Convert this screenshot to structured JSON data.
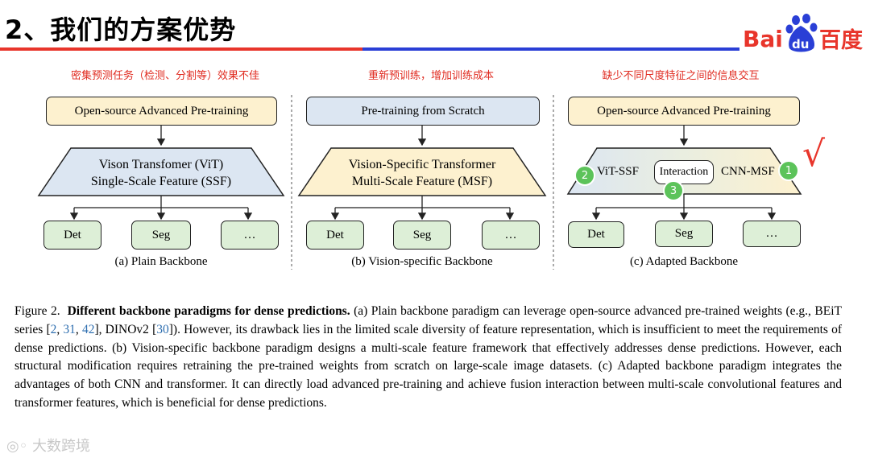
{
  "slide": {
    "title": "2、我们的方案优势",
    "logo": {
      "text_bai": "Bai",
      "text_du": "du",
      "text_cn": "百度",
      "colors": {
        "red": "#e8352b",
        "blue": "#2a3fd6"
      }
    }
  },
  "issues": [
    "密集预测任务（检测、分割等）效果不佳",
    "重新预训练，增加训练成本",
    "缺少不同尺度特征之间的信息交互"
  ],
  "panels": {
    "a": {
      "top": "Open-source Advanced Pre-training",
      "trap_line1": "Vison Transfomer (ViT)",
      "trap_line2": "Single-Scale Feature (SSF)",
      "heads": [
        "Det",
        "Seg",
        "…"
      ],
      "caption": "(a) Plain Backbone"
    },
    "b": {
      "top": "Pre-training from Scratch",
      "trap_line1": "Vision-Specific Transformer",
      "trap_line2": "Multi-Scale Feature (MSF)",
      "heads": [
        "Det",
        "Seg",
        "…"
      ],
      "caption": "(b) Vision-specific Backbone"
    },
    "c": {
      "top": "Open-source Advanced Pre-training",
      "vit": "ViT-SSF",
      "interaction": "Interaction",
      "cnn": "CNN-MSF",
      "badges": [
        "1",
        "2",
        "3"
      ],
      "heads": [
        "Det",
        "Seg",
        "…"
      ],
      "caption": "(c) Adapted Backbone",
      "check": "√"
    }
  },
  "figure_caption": {
    "label": "Figure 2.",
    "bold": "Different backbone paradigms for dense predictions.",
    "t1": " (a) Plain backbone paradigm can leverage open-source advanced pre-trained weights (e.g., BEiT series [",
    "r1": "2",
    "t2": ", ",
    "r2": "31",
    "t3": ", ",
    "r3": "42",
    "t4": "], DINOv2 [",
    "r4": "30",
    "t5": "]). However, its drawback lies in the limited scale diversity of feature representation, which is insufficient to meet the requirements of dense predictions. (b) Vision-specific backbone paradigm designs a multi-scale feature framework that effectively addresses dense predictions. However, each structural modification requires retraining the pre-trained weights from scratch on large-scale image datasets. (c) Adapted backbone paradigm integrates the advantages of both CNN and transformer. It can directly load advanced pre-training and achieve fusion interaction between multi-scale convolutional features and transformer features, which is beneficial for dense predictions."
  },
  "watermark": "大数跨境"
}
